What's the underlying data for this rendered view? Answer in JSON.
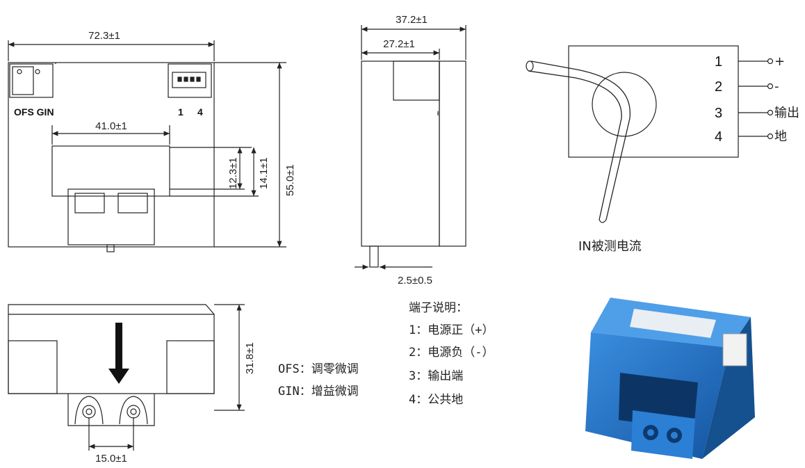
{
  "front_view": {
    "width_dim": "72.3±1",
    "hole_width_dim": "41.0±1",
    "height_dim": "55.0±1",
    "hole_h1_dim": "12.3±1",
    "hole_h2_dim": "14.1±1",
    "ofs_gin_label": "OFS GIN",
    "pin1_label": "1",
    "pin4_label": "4"
  },
  "side_view": {
    "total_depth_dim": "37.2±1",
    "body_depth_dim": "27.2±1",
    "pin_len_dim": "2.5±0.5"
  },
  "bottom_view": {
    "height_dim": "31.8±1",
    "pitch_dim": "15.0±1"
  },
  "schematic": {
    "pins": [
      {
        "num": "1",
        "label": "+"
      },
      {
        "num": "2",
        "label": "-"
      },
      {
        "num": "3",
        "label": "输出"
      },
      {
        "num": "4",
        "label": "地"
      }
    ],
    "input_label": "IN被测电流"
  },
  "notes": {
    "ofs": "OFS：调零微调",
    "gin": "GIN：增益微调"
  },
  "terminal_desc": {
    "title": "端子说明：",
    "items": [
      "1：电源正（+）",
      "2：电源负（-）",
      "3：输出端",
      "4：公共地"
    ]
  },
  "colors": {
    "line": "#222222",
    "product_blue": "#1f6fc0",
    "product_blue_dark": "#15518f"
  }
}
